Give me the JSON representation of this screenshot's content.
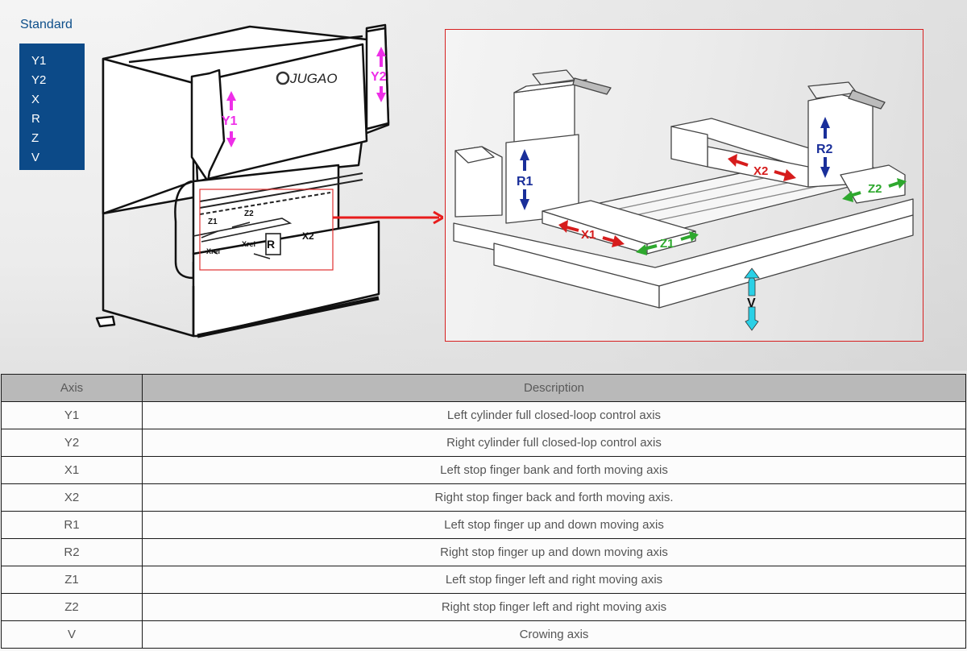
{
  "sidebar": {
    "title": "Standard",
    "items": [
      "Y1",
      "Y2",
      "X",
      "R",
      "Z",
      "V"
    ]
  },
  "left_diagram": {
    "brand": "JUGAO",
    "labels": {
      "y1": "Y1",
      "y2": "Y2",
      "z1": "Z1",
      "z2": "Z2",
      "x2": "X2",
      "r": "R",
      "xrel_left": "Xrel",
      "xrel_right": "Xrel"
    }
  },
  "right_diagram": {
    "labels": {
      "r1": "R1",
      "r2": "R2",
      "x1": "X1",
      "x2": "X2",
      "z1": "Z1",
      "z2": "Z2",
      "v": "V"
    },
    "colors": {
      "r_axis": "#1a2f9a",
      "x_axis": "#d61c1c",
      "z_axis": "#2ea82e",
      "v_axis": "#2ad0e6",
      "y_axis": "#ee2ee8",
      "frame": "#d62020"
    }
  },
  "table": {
    "headers": [
      "Axis",
      "Description"
    ],
    "rows": [
      {
        "axis": "Y1",
        "description": "Left cylinder full closed-loop control axis"
      },
      {
        "axis": "Y2",
        "description": "Right cylinder full closed-lop control axis"
      },
      {
        "axis": "X1",
        "description": "Left stop finger bank and forth moving axis"
      },
      {
        "axis": "X2",
        "description": "Right stop finger back and forth moving axis."
      },
      {
        "axis": "R1",
        "description": "Left stop finger up and down moving axis"
      },
      {
        "axis": "R2",
        "description": "Right stop finger up and down moving axis"
      },
      {
        "axis": "Z1",
        "description": "Left stop finger left and right moving axis"
      },
      {
        "axis": "Z2",
        "description": "Right stop finger left and right moving axis"
      },
      {
        "axis": "V",
        "description": "Crowing axis"
      }
    ]
  }
}
